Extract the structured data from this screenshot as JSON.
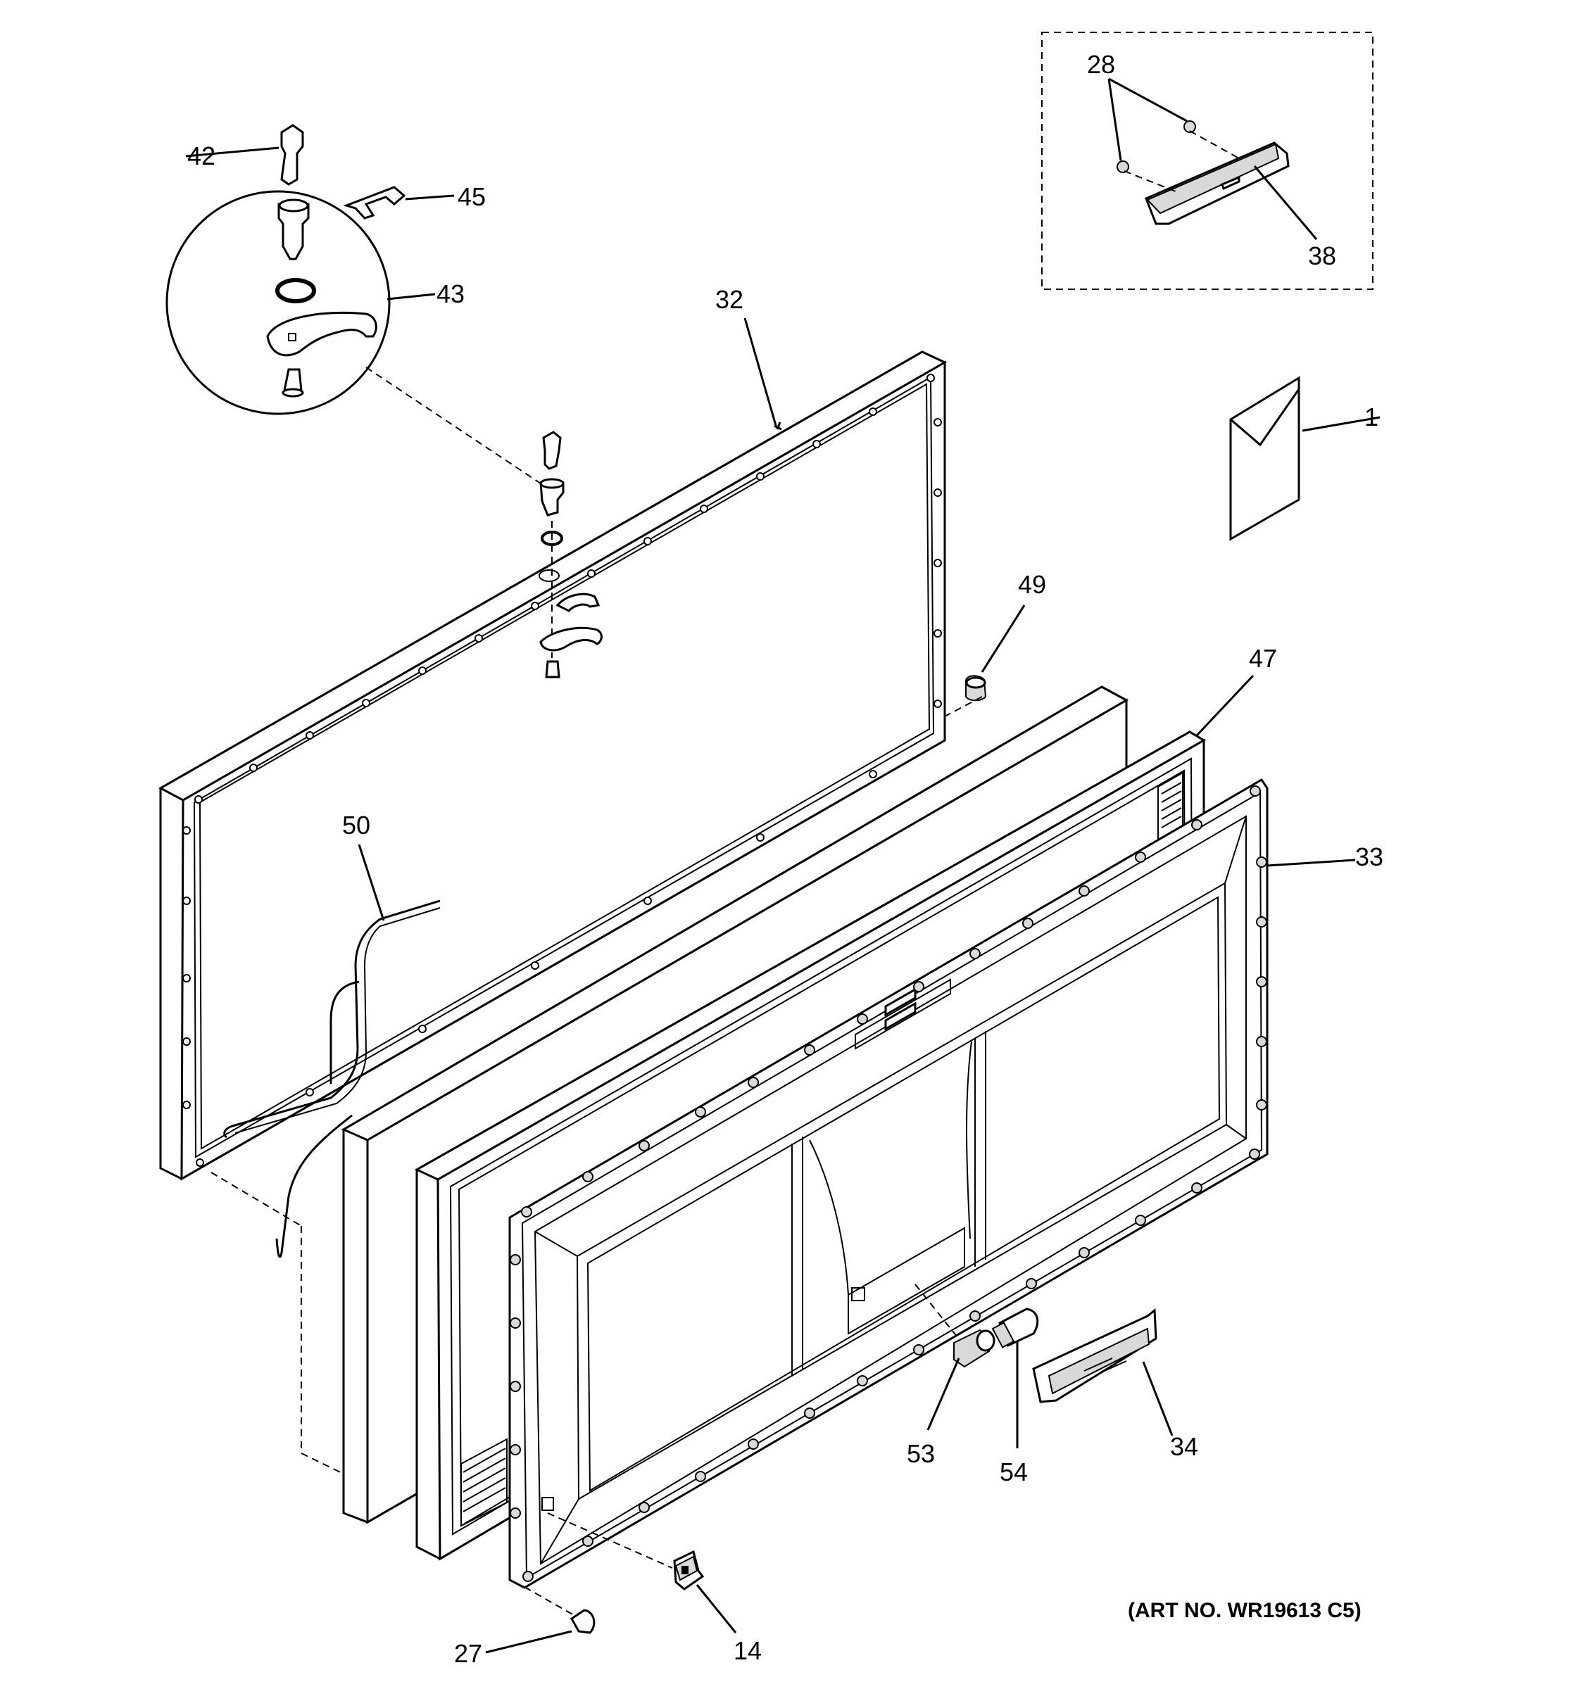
{
  "diagram": {
    "art_number": "(ART NO. WR19613 C5)",
    "part_labels": {
      "p1": "1",
      "p14": "14",
      "p27": "27",
      "p28": "28",
      "p32": "32",
      "p33": "33",
      "p34": "34",
      "p38": "38",
      "p42": "42",
      "p43": "43",
      "p45": "45",
      "p47": "47",
      "p49": "49",
      "p50": "50",
      "p53": "53",
      "p54": "54"
    }
  }
}
